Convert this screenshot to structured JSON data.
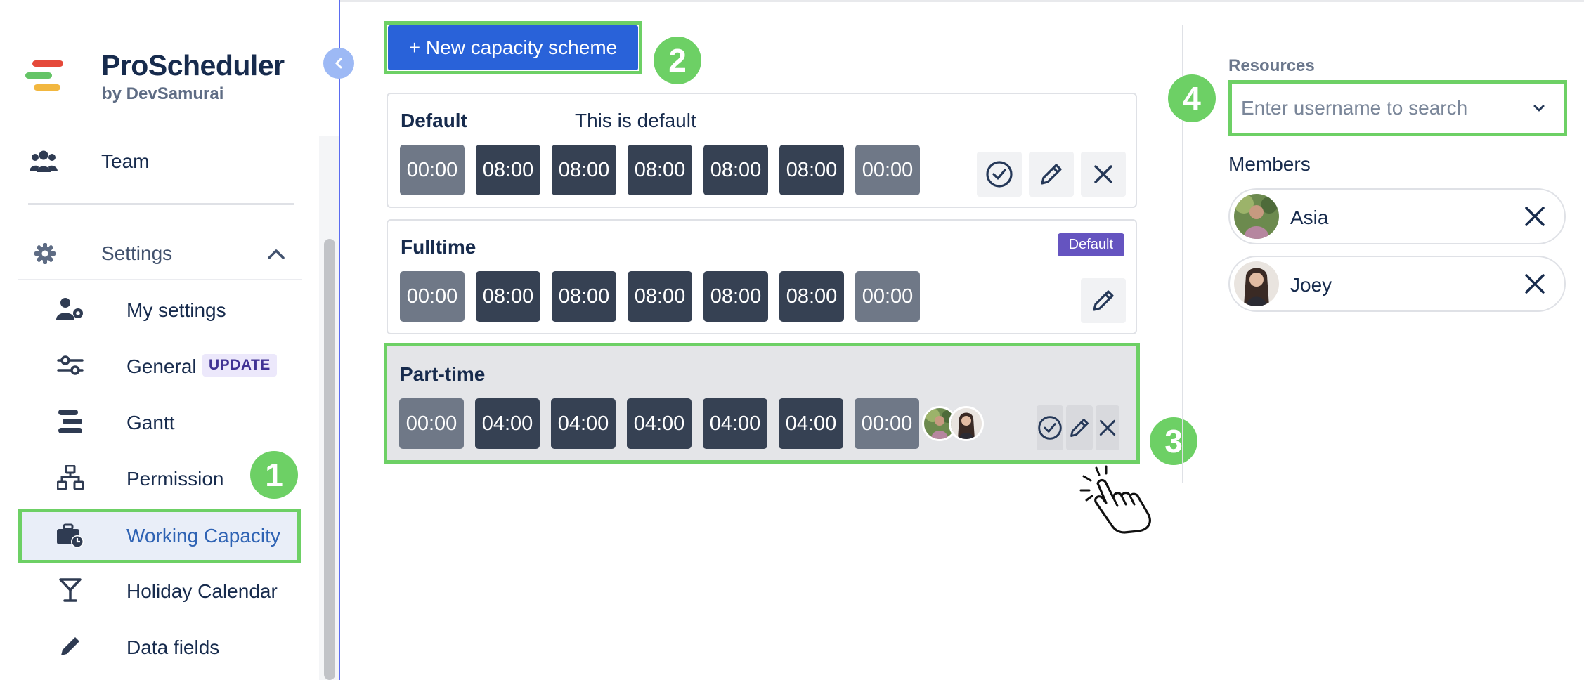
{
  "sidebar": {
    "brand_name": "ProScheduler",
    "brand_sub": "by DevSamurai",
    "collapse_icon": "chevron-left-icon",
    "team_label": "Team",
    "settings_label": "Settings",
    "items": [
      {
        "label": "My settings",
        "icon": "user-gear-icon"
      },
      {
        "label": "General",
        "icon": "sliders-icon",
        "badge": "UPDATE"
      },
      {
        "label": "Gantt",
        "icon": "gantt-icon"
      },
      {
        "label": "Permission",
        "icon": "sitemap-icon"
      },
      {
        "label": "Working Capacity",
        "icon": "briefcase-clock-icon",
        "active": true
      },
      {
        "label": "Holiday Calendar",
        "icon": "cocktail-icon"
      },
      {
        "label": "Data fields",
        "icon": "pencil-icon"
      }
    ]
  },
  "steps": {
    "one": "1",
    "two": "2",
    "three": "3",
    "four": "4"
  },
  "toolbar": {
    "new_scheme_label": "+ New capacity scheme"
  },
  "schemes": [
    {
      "name": "Default",
      "description": "This is default",
      "hours": [
        "00:00",
        "08:00",
        "08:00",
        "08:00",
        "08:00",
        "08:00",
        "00:00"
      ]
    },
    {
      "name": "Fulltime",
      "badge": "Default",
      "hours": [
        "00:00",
        "08:00",
        "08:00",
        "08:00",
        "08:00",
        "08:00",
        "00:00"
      ]
    },
    {
      "name": "Part-time",
      "hours": [
        "00:00",
        "04:00",
        "04:00",
        "04:00",
        "04:00",
        "04:00",
        "00:00"
      ]
    }
  ],
  "resources": {
    "label": "Resources",
    "search_placeholder": "Enter username to search",
    "members_label": "Members",
    "members": [
      {
        "name": "Asia"
      },
      {
        "name": "Joey"
      }
    ]
  },
  "colors": {
    "accent_blue": "#2962d9",
    "highlight_green": "#6dd065",
    "slot_dark": "#364153",
    "slot_light": "#6f7887",
    "badge_purple": "#6554c0"
  }
}
